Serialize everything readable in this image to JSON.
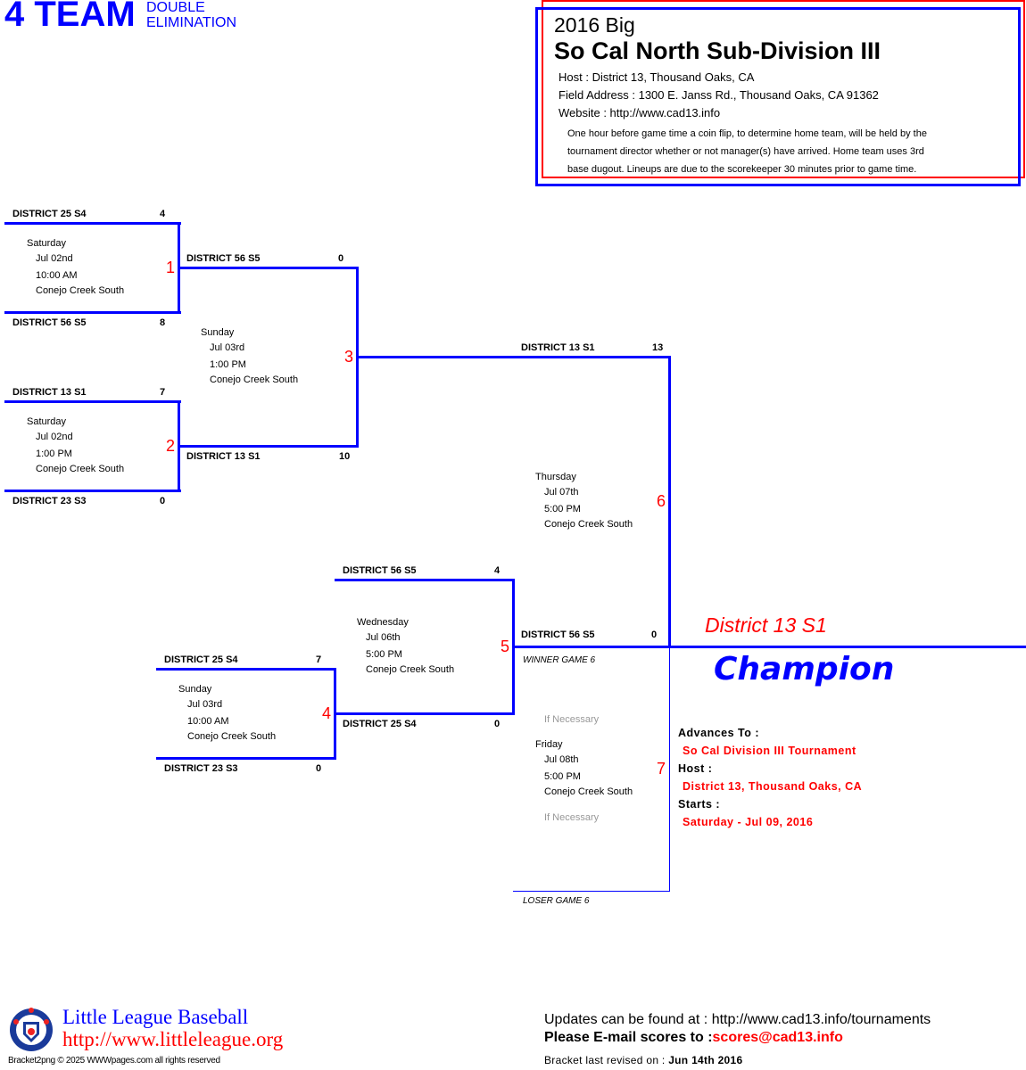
{
  "header": {
    "big": "4 TEAM",
    "type1": "DOUBLE",
    "type2": "ELIMINATION"
  },
  "info_box": {
    "title1": "2016 Big",
    "title2": "So Cal North Sub-Division III",
    "host": "Host : District 13, Thousand Oaks, CA",
    "address": "Field Address : 1300 E. Janss Rd., Thousand Oaks, CA 91362",
    "website": "Website : http://www.cad13.info",
    "note1": "One hour before game time a coin flip, to determine home team, will be held by the",
    "note2": "tournament director whether or not manager(s) have arrived. Home team uses 3rd",
    "note3": "base dugout. Lineups are due to the scorekeeper 30 minutes prior to game time."
  },
  "games": {
    "g1": {
      "num": "1",
      "t1": "DISTRICT 25 S4",
      "s1": "4",
      "t2": "DISTRICT 56 S5",
      "s2": "8",
      "day": "Saturday",
      "date": "Jul 02nd",
      "time": "10:00 AM",
      "field": "Conejo Creek South"
    },
    "g2": {
      "num": "2",
      "t1": "DISTRICT 13 S1",
      "s1": "7",
      "t2": "DISTRICT 23 S3",
      "s2": "0",
      "day": "Saturday",
      "date": "Jul 02nd",
      "time": "1:00 PM",
      "field": "Conejo Creek South"
    },
    "g3": {
      "num": "3",
      "t1": "DISTRICT 56 S5",
      "s1": "0",
      "t2": "DISTRICT 13 S1",
      "s2": "10",
      "day": "Sunday",
      "date": "Jul 03rd",
      "time": "1:00 PM",
      "field": "Conejo Creek South"
    },
    "g4": {
      "num": "4",
      "t1": "DISTRICT 25 S4",
      "s1": "7",
      "t2": "DISTRICT 23 S3",
      "s2": "0",
      "day": "Sunday",
      "date": "Jul 03rd",
      "time": "10:00 AM",
      "field": "Conejo Creek South"
    },
    "g5": {
      "num": "5",
      "t1": "DISTRICT 56 S5",
      "s1": "4",
      "t2": "DISTRICT 25 S4",
      "s2": "0",
      "day": "Wednesday",
      "date": "Jul 06th",
      "time": "5:00 PM",
      "field": "Conejo Creek South"
    },
    "g6": {
      "num": "6",
      "t1": "DISTRICT 13 S1",
      "s1": "13",
      "t2": "DISTRICT 56 S5",
      "s2": "0",
      "day": "Thursday",
      "date": "Jul 07th",
      "time": "5:00 PM",
      "field": "Conejo Creek South"
    },
    "g7": {
      "num": "7",
      "winner_label": "WINNER GAME 6",
      "loser_label": "LOSER GAME 6",
      "if_necessary": "If Necessary",
      "day": "Friday",
      "date": "Jul 08th",
      "time": "5:00 PM",
      "field": "Conejo Creek South"
    }
  },
  "champion": {
    "name": "District 13 S1",
    "label": "Champion",
    "advances_label": "Advances To :",
    "advances": "So Cal Division III Tournament",
    "host_label": "Host :",
    "host": "District 13, Thousand Oaks, CA",
    "starts_label": "Starts :",
    "starts": "Saturday - Jul 09, 2016"
  },
  "footer": {
    "ll_name": "Little League Baseball",
    "ll_url": "http://www.littleleague.org",
    "copyright": "Bracket2png © 2025 WWWpages.com all rights reserved",
    "updates": "Updates can be found at : http://www.cad13.info/tournaments",
    "email_label": "Please E-mail scores to :",
    "email": "scores@cad13.info",
    "revised_label": "Bracket last revised on :",
    "revised": "Jun 14th 2016"
  },
  "colors": {
    "blue": "#0000ff",
    "red": "#ff0000"
  }
}
